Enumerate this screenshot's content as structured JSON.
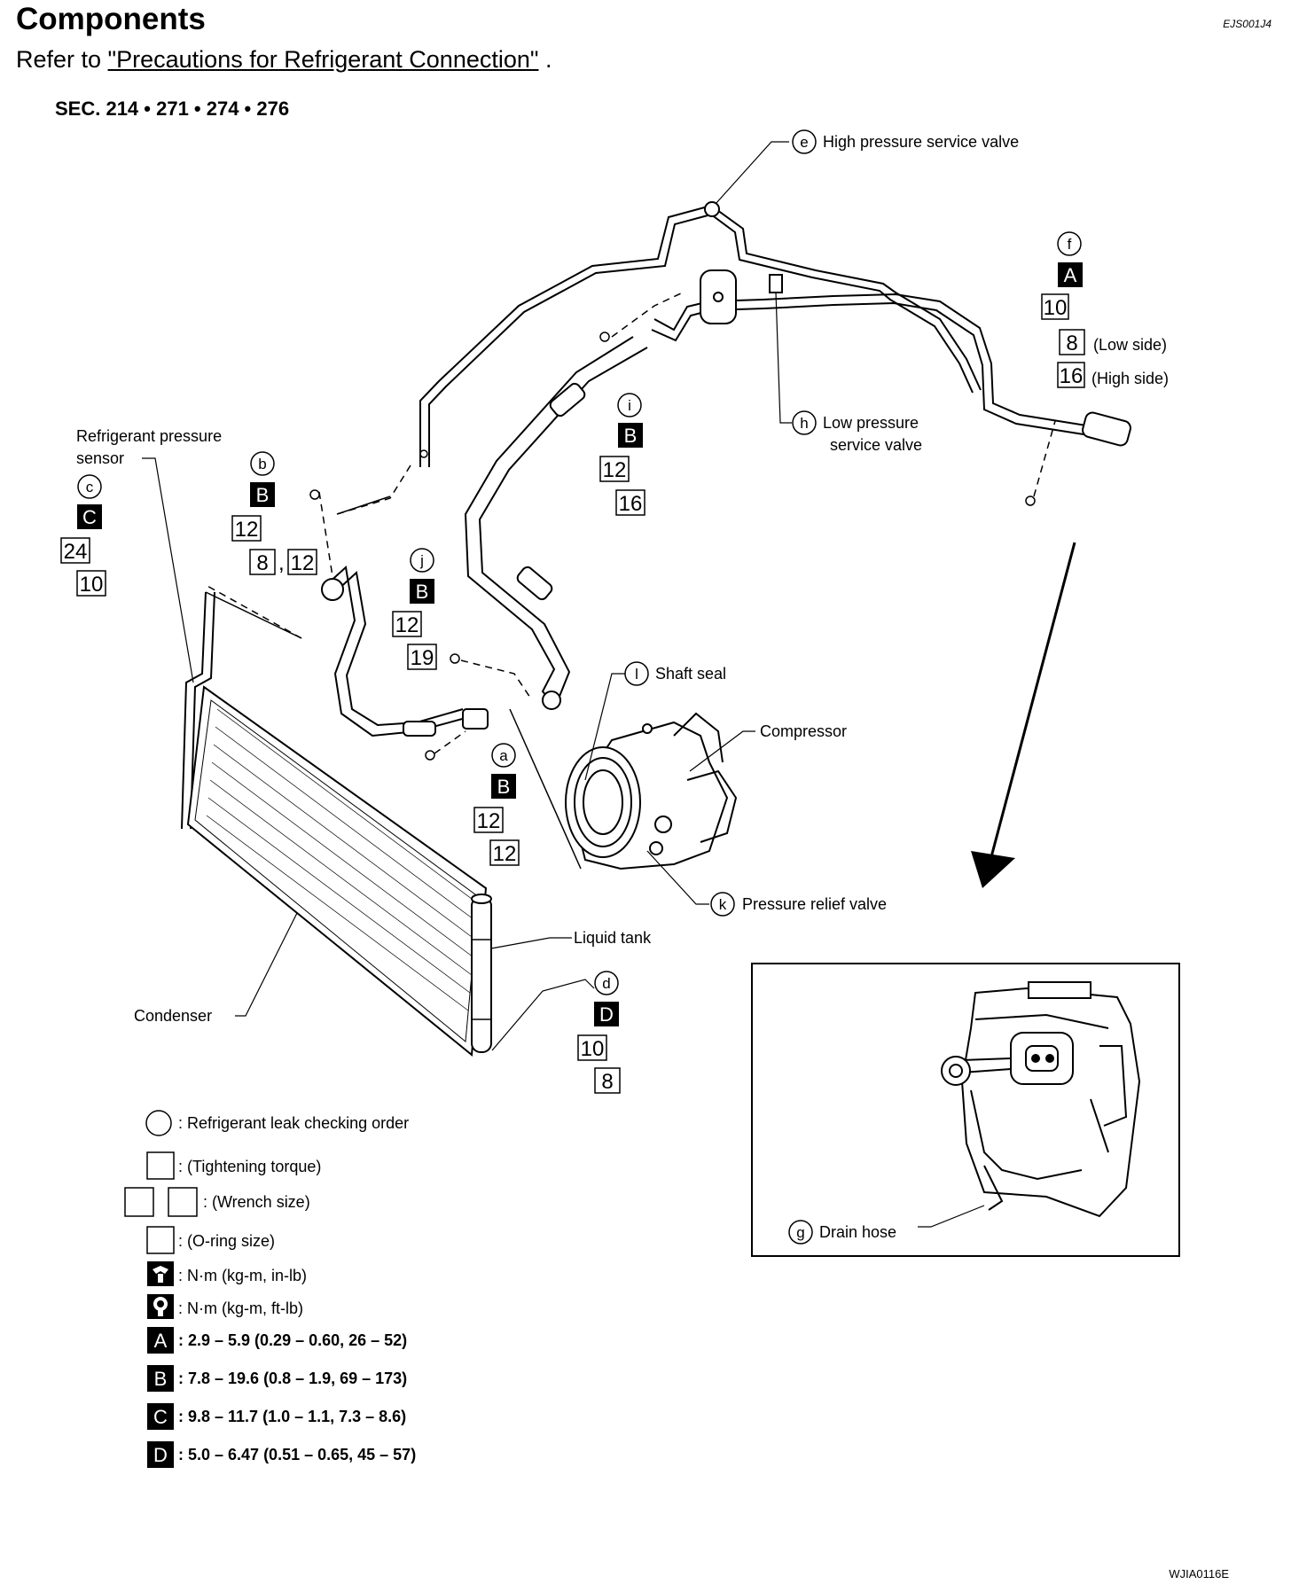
{
  "header": {
    "title": "Components",
    "doc_code": "EJS001J4",
    "refer_prefix": "Refer to ",
    "refer_link": "\"Precautions for Refrigerant Connection\"",
    "refer_suffix": " .",
    "sec": "SEC. 214 • 271 • 274 • 276"
  },
  "callouts": {
    "a": {
      "letter": "a",
      "torque_class": "B",
      "wrench_size": "12",
      "oring_size": "12"
    },
    "b": {
      "letter": "b",
      "torque_class": "B",
      "wrench_size": "12",
      "oring_size_1": "8",
      "separator": ",",
      "oring_size_2": "12"
    },
    "c": {
      "letter": "c",
      "torque_class": "C",
      "wrench_size": "24",
      "oring_size": "10"
    },
    "d": {
      "letter": "d",
      "torque_class": "D",
      "wrench_size": "10",
      "oring_size": "8"
    },
    "e": {
      "letter": "e",
      "label": "High pressure service valve"
    },
    "f": {
      "letter": "f",
      "torque_class": "A",
      "wrench_size": "10",
      "oring_low": "8",
      "oring_low_label": "(Low side)",
      "oring_high": "16",
      "oring_high_label": "(High side)"
    },
    "g": {
      "letter": "g",
      "label": "Drain hose"
    },
    "h": {
      "letter": "h",
      "label_line1": "Low pressure",
      "label_line2": "service valve"
    },
    "i": {
      "letter": "i",
      "torque_class": "B",
      "wrench_size": "12",
      "oring_size": "16"
    },
    "j": {
      "letter": "j",
      "torque_class": "B",
      "wrench_size": "12",
      "oring_size": "19"
    },
    "k": {
      "letter": "k",
      "label": "Pressure relief valve"
    },
    "l": {
      "letter": "l",
      "label": "Shaft seal"
    }
  },
  "component_labels": {
    "refrigerant_pressure_sensor_line1": "Refrigerant pressure",
    "refrigerant_pressure_sensor_line2": "sensor",
    "compressor": "Compressor",
    "liquid_tank": "Liquid tank",
    "condenser": "Condenser"
  },
  "legend": {
    "leak_order": ": Refrigerant leak checking order",
    "tightening_torque": ": (Tightening torque)",
    "wrench_size": ": (Wrench size)",
    "oring_size": ": (O-ring size)",
    "unit_in_lb": ": N·m (kg-m, in-lb)",
    "unit_ft_lb": ": N·m (kg-m, ft-lb)",
    "A": {
      "letter": "A",
      "value": ": 2.9 – 5.9 (0.29 – 0.60, 26 – 52)"
    },
    "B": {
      "letter": "B",
      "value": ": 7.8 – 19.6 (0.8 – 1.9, 69 – 173)"
    },
    "C": {
      "letter": "C",
      "value": ": 9.8 – 11.7 (1.0 – 1.1, 7.3 – 8.6)"
    },
    "D": {
      "letter": "D",
      "value": ": 5.0 – 6.47 (0.51 – 0.65, 45 – 57)"
    }
  },
  "figure_code": "WJIA0116E"
}
